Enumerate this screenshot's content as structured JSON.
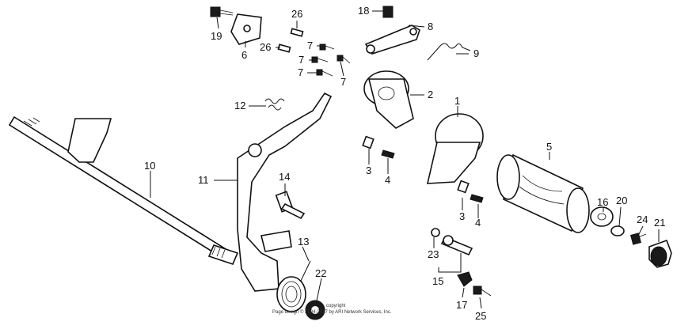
{
  "diagram": {
    "callouts": [
      "1",
      "2",
      "3",
      "3",
      "4",
      "4",
      "5",
      "6",
      "7",
      "7",
      "7",
      "7",
      "8",
      "9",
      "10",
      "11",
      "12",
      "13",
      "14",
      "15",
      "16",
      "17",
      "18",
      "19",
      "20",
      "21",
      "22",
      "23",
      "24",
      "25",
      "26",
      "26"
    ],
    "copyright_line1": "copyright",
    "copyright_line2": "Page design © 2004-2017 by ARI Network Services, Inc."
  }
}
